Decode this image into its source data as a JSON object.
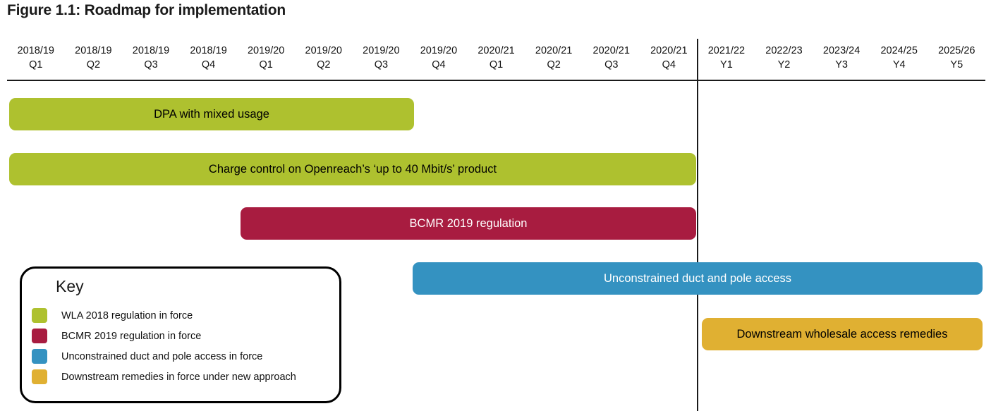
{
  "figure": {
    "title": "Figure 1.1: Roadmap for implementation"
  },
  "colors": {
    "wla_green": "#aec12f",
    "bcmr_red": "#a81c40",
    "duct_pole_blue": "#3492c1",
    "downstream_gold": "#e0b032",
    "axis": "#1a1a1a",
    "background": "#ffffff"
  },
  "timeline": {
    "columns": [
      {
        "period": "2018/19",
        "sub": "Q1"
      },
      {
        "period": "2018/19",
        "sub": "Q2"
      },
      {
        "period": "2018/19",
        "sub": "Q3"
      },
      {
        "period": "2018/19",
        "sub": "Q4"
      },
      {
        "period": "2019/20",
        "sub": "Q1"
      },
      {
        "period": "2019/20",
        "sub": "Q2"
      },
      {
        "period": "2019/20",
        "sub": "Q3"
      },
      {
        "period": "2019/20",
        "sub": "Q4"
      },
      {
        "period": "2020/21",
        "sub": "Q1"
      },
      {
        "period": "2020/21",
        "sub": "Q2"
      },
      {
        "period": "2020/21",
        "sub": "Q3"
      },
      {
        "period": "2020/21",
        "sub": "Q4"
      },
      {
        "period": "2021/22",
        "sub": "Y1"
      },
      {
        "period": "2022/23",
        "sub": "Y2"
      },
      {
        "period": "2023/24",
        "sub": "Y3"
      },
      {
        "period": "2024/25",
        "sub": "Y4"
      },
      {
        "period": "2025/26",
        "sub": "Y5"
      }
    ]
  },
  "chart_data": {
    "type": "bar",
    "title": "Figure 1.1: Roadmap for implementation",
    "xlabel": "",
    "ylabel": "",
    "orientation": "horizontal-gantt",
    "categories": [
      "2018/19 Q1",
      "2018/19 Q2",
      "2018/19 Q3",
      "2018/19 Q4",
      "2019/20 Q1",
      "2019/20 Q2",
      "2019/20 Q3",
      "2019/20 Q4",
      "2020/21 Q1",
      "2020/21 Q2",
      "2020/21 Q3",
      "2020/21 Q4",
      "2021/22 Y1",
      "2022/23 Y2",
      "2023/24 Y3",
      "2024/25 Y4",
      "2025/26 Y5"
    ],
    "divider_after_category": "2020/21 Q4",
    "grid": false,
    "legend_position": "bottom-left",
    "series": [
      {
        "name": "DPA with mixed usage",
        "color": "#aec12f",
        "start_category": "2018/19 Q1",
        "end_category": "2019/20 Q3",
        "start_index": 0,
        "end_index": 7,
        "span_columns": 7
      },
      {
        "name": "Charge control on Openreach’s ‘up to 40 Mbit/s’ product",
        "color": "#aec12f",
        "start_category": "2018/19 Q1",
        "end_category": "2020/21 Q4",
        "start_index": 0,
        "end_index": 12,
        "span_columns": 12
      },
      {
        "name": "BCMR 2019 regulation",
        "color": "#a81c40",
        "start_category": "2019/20 Q1",
        "end_category": "2020/21 Q4",
        "start_index": 4,
        "end_index": 12,
        "span_columns": 8
      },
      {
        "name": "Unconstrained duct and pole access",
        "color": "#3492c1",
        "start_category": "2019/20 Q3",
        "end_category": "2025/26 Y5",
        "start_index": 7,
        "end_index": 17,
        "span_columns": 10
      },
      {
        "name": "Downstream wholesale access remedies",
        "color": "#e0b032",
        "start_category": "2021/22 Y1",
        "end_category": "2025/26 Y5",
        "start_index": 12,
        "end_index": 17,
        "span_columns": 5
      }
    ]
  },
  "bars": {
    "dpa": "DPA with mixed usage",
    "charge_control": "Charge control on Openreach’s ‘up to 40 Mbit/s’ product",
    "bcmr": "BCMR 2019 regulation",
    "duct_pole": "Unconstrained duct and pole access",
    "downstream": "Downstream wholesale access remedies"
  },
  "key": {
    "title": "Key",
    "items": [
      {
        "color": "#aec12f",
        "label": "WLA 2018 regulation in force"
      },
      {
        "color": "#a81c40",
        "label": "BCMR 2019 regulation in force"
      },
      {
        "color": "#3492c1",
        "label": "Unconstrained duct and pole access in force"
      },
      {
        "color": "#e0b032",
        "label": "Downstream remedies in force under new approach"
      }
    ]
  }
}
